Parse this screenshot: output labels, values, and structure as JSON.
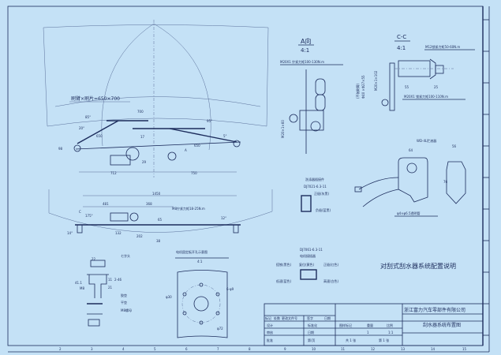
{
  "view_a": {
    "title": "A向",
    "scale": "4:1",
    "note_torque": "M20X1 拧紧力矩100-130N.m",
    "dim_m20": "M20×1×60"
  },
  "view_cc": {
    "title": "C-C",
    "scale": "4:1",
    "note_m12": "M12锁紧力矩50-60N.m",
    "note_m20": "M20X1 锁紧力矩100-110N.m",
    "dim_55": "55",
    "dim_25": "25",
    "dim_bolt": "M20×1×102",
    "dim_shaft": "Φ40 ×Φ27×55",
    "dim_shaft_note": "(不装刷臂)"
  },
  "top_view": {
    "arm_blade": "刷臂×刷片=650×700",
    "dim_700": "700",
    "dim_650a": "650",
    "dim_650b": "650",
    "angle_85": "85°",
    "angle_20": "20°",
    "angle_95": "95°",
    "angle_5": "5°",
    "dim_17": "17",
    "dim_98": "98",
    "dim_29": "29",
    "dim_712": "712",
    "dim_750": "750",
    "label_a": "A"
  },
  "front_view": {
    "dim_1450": "1450",
    "dim_481": "481",
    "dim_368": "368",
    "dim_202": "202",
    "dim_65": "65",
    "dim_132": "132",
    "dim_38": "38",
    "note_m8": "M8拧紧力矩18-25N.m",
    "angle_175": "175°",
    "angle_12": "12°",
    "angle_14": "14°",
    "label_c": "C"
  },
  "washer_nozzle": {
    "label_cross": "七字头",
    "dim_22": "22",
    "dim_41": "41.1",
    "dim_m8": "M8",
    "dim_11": "11",
    "dim_21": "21",
    "dim_2_46": "2-46",
    "label_pad": "胶垫",
    "label_flat": "平垫",
    "label_nut": "M8螺母"
  },
  "motor_flange": {
    "title": "电机固定板开孔示意图",
    "scale": "4:1",
    "dim_phi30": "φ30",
    "dim_holes": "6-φ9",
    "dim_phi72": "φ72"
  },
  "reservoir": {
    "title": "WD-4L贮液器",
    "dim_w": "64",
    "dim_h": "76",
    "dim_d": "56",
    "tube_note": "φ4×φ6.5透明管"
  },
  "pump_connector": {
    "title": "洗涤器插接件",
    "part_no": "DJ7021-6.3-11",
    "pin_pos": "正极(灰黑)",
    "pin_neg": "负极(蓝黑)"
  },
  "motor_connector": {
    "part_no": "DJ7061-6.3-11",
    "title": "电机接插器",
    "pin_gnd": "搭铁(黑色)",
    "pin_reset": "复位(黄色)",
    "pin_low": "正极(红色)",
    "pin_fast": "低速(蓝色)",
    "pin_high": "高速(白色)"
  },
  "caption": "对刮式刮水器系统配置说明",
  "title_block": {
    "company": "浙江富力汽车零部件有限公司",
    "drawing_name": "刮水器系统布置图",
    "headers": [
      "标记",
      "处数",
      "更改文件号",
      "签字",
      "日期"
    ],
    "rows": [
      [
        "设计",
        "标准化"
      ],
      [
        "审核",
        "日期"
      ],
      [
        "批准",
        "第/页"
      ]
    ],
    "stage_label": "图样标记",
    "weight_label": "重量",
    "scale_label": "比例",
    "qty": "1",
    "scale": "1:1",
    "total_sheets": "共 1 张",
    "sheet_no": "第 1 张"
  },
  "ruler": [
    "2",
    "3",
    "4",
    "5",
    "6",
    "7",
    "8",
    "9",
    "10",
    "11",
    "12",
    "13",
    "14",
    "15"
  ]
}
